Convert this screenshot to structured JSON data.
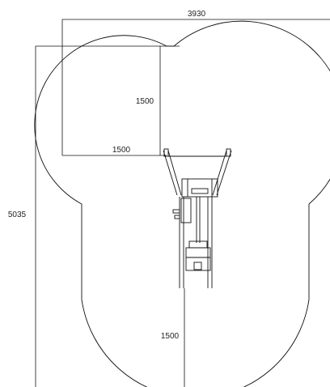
{
  "dimensions": {
    "overall_width": "3930",
    "overall_depth": "5035",
    "radius_vertical": "1500",
    "radius_horizontal": "1500",
    "clearance_front": "1500"
  }
}
